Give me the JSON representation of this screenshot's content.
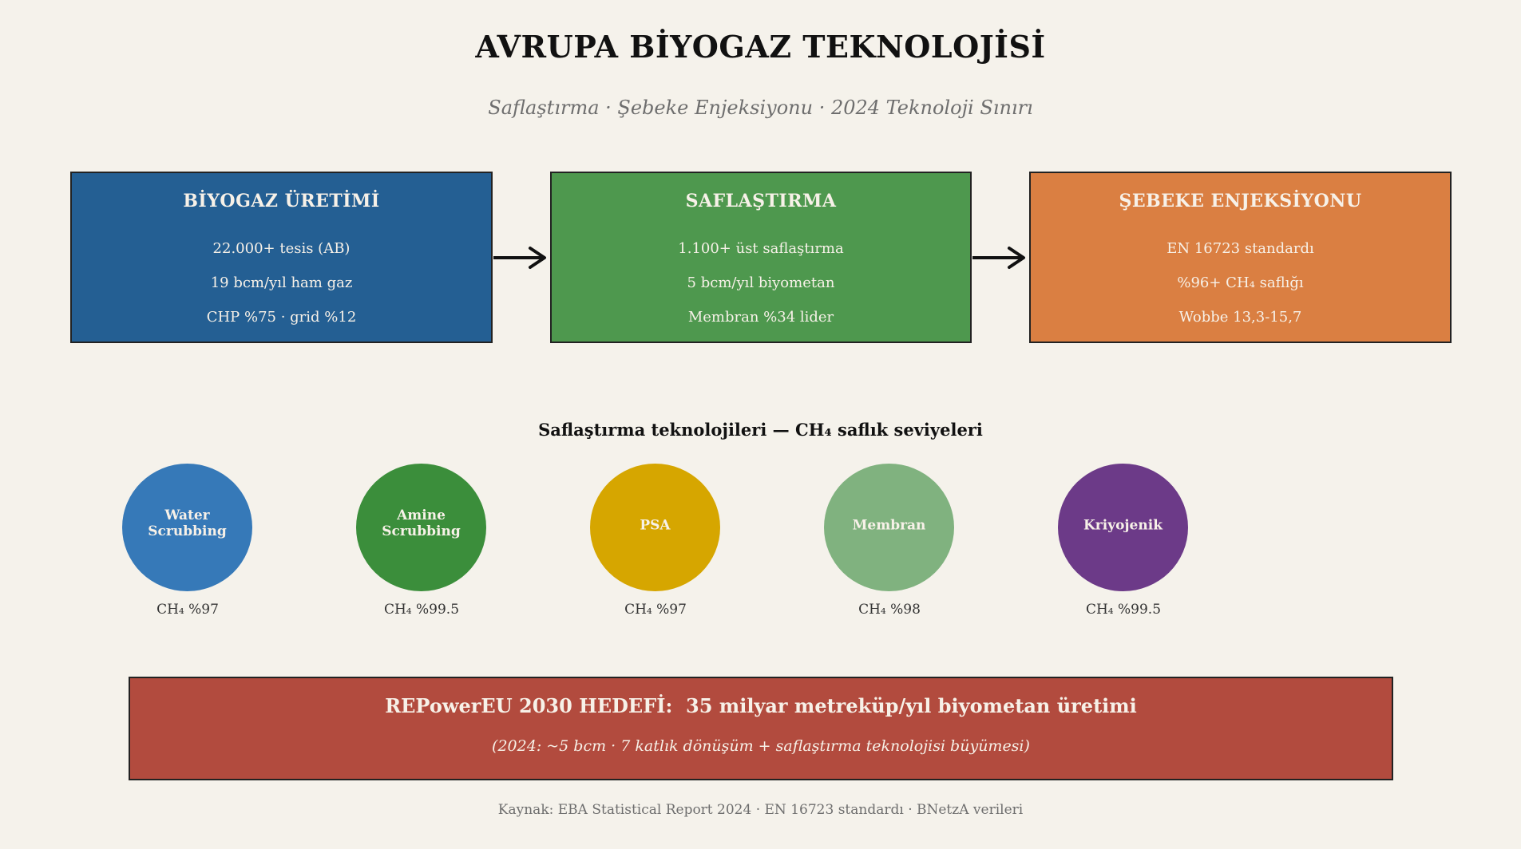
{
  "title": "AVRUPA BİYOGAZ TEKNOLOJİSİ",
  "subtitle": "Saflaştırma · Şebeke Enjeksiyonu · 2024 Teknoloji Sınırı",
  "stages": [
    {
      "title": "BİYOGAZ ÜRETİMİ",
      "color": "#245F93",
      "lines": [
        "22.000+ tesis (AB)",
        "19 bcm/yıl ham gaz",
        "CHP %75 · grid %12"
      ]
    },
    {
      "title": "SAFLAŞTIRMA",
      "color": "#4E984E",
      "lines": [
        "1.100+ üst saflaştırma",
        "5 bcm/yıl biyometan",
        "Membran %34 lider"
      ]
    },
    {
      "title": "ŞEBEKE ENJEKSİYONU",
      "color": "#DA7F42",
      "lines": [
        "EN 16723 standardı",
        "%96+ CH₄ saflığı",
        "Wobbe 13,3-15,7"
      ]
    }
  ],
  "arrows": [
    "arrow-right-icon",
    "arrow-right-icon"
  ],
  "section_title": "Saflaştırma teknolojileri — CH₄ saflık seviyeleri",
  "technologies": [
    {
      "name": "Water\nScrubbing",
      "purity": "CH₄ %97",
      "color": "#3679B8"
    },
    {
      "name": "Amine\nScrubbing",
      "purity": "CH₄ %99.5",
      "color": "#3B8E3B"
    },
    {
      "name": "PSA",
      "purity": "CH₄ %97",
      "color": "#D6A600"
    },
    {
      "name": "Membran",
      "purity": "CH₄ %98",
      "color": "#80B27F"
    },
    {
      "name": "Kriyojenik",
      "purity": "CH₄ %99.5",
      "color": "#6C3A88"
    }
  ],
  "goal": {
    "title": "REPowerEU 2030 HEDEFİ:  35 milyar metreküp/yıl biyometan üretimi",
    "subtitle": "(2024: ~5 bcm · 7 katlık dönüşüm + saflaştırma teknolojisi büyümesi)",
    "color": "#B24B3E"
  },
  "source": "Kaynak: EBA Statistical Report 2024 · EN 16723 standardı · BNetzA verileri"
}
